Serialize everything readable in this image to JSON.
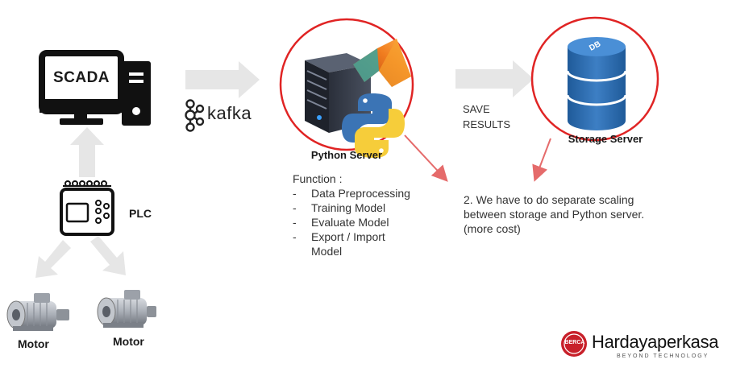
{
  "nodes": {
    "scada": {
      "label": "SCADA"
    },
    "plc": {
      "label": "PLC"
    },
    "motor_left": {
      "label": "Motor"
    },
    "motor_right": {
      "label": "Motor"
    },
    "kafka": {
      "label": "kafka"
    },
    "python_server": {
      "label": "Python Server"
    },
    "storage_server": {
      "label": "Storage Server",
      "db_badge": "DB"
    }
  },
  "edge_labels": {
    "save_results_line1": "SAVE",
    "save_results_line2": "RESULTS"
  },
  "function_block": {
    "title": "Function :",
    "items": [
      "Data Preprocessing",
      "Training Model",
      "Evaluate Model",
      "Export  /  Import Model"
    ]
  },
  "note": {
    "line1": "2. We have to do separate scaling",
    "line2": "between storage and Python server.",
    "line3": "(more cost)"
  },
  "branding": {
    "badge": "BERCA",
    "name": "Hardayaperkasa",
    "tagline": "BEYOND TECHNOLOGY"
  },
  "colors": {
    "highlight_circle": "#e02424",
    "callout_arrow": "#e56b6b",
    "flow_arrow": "#e6e6e6",
    "db_blue": "#2f6db0"
  }
}
